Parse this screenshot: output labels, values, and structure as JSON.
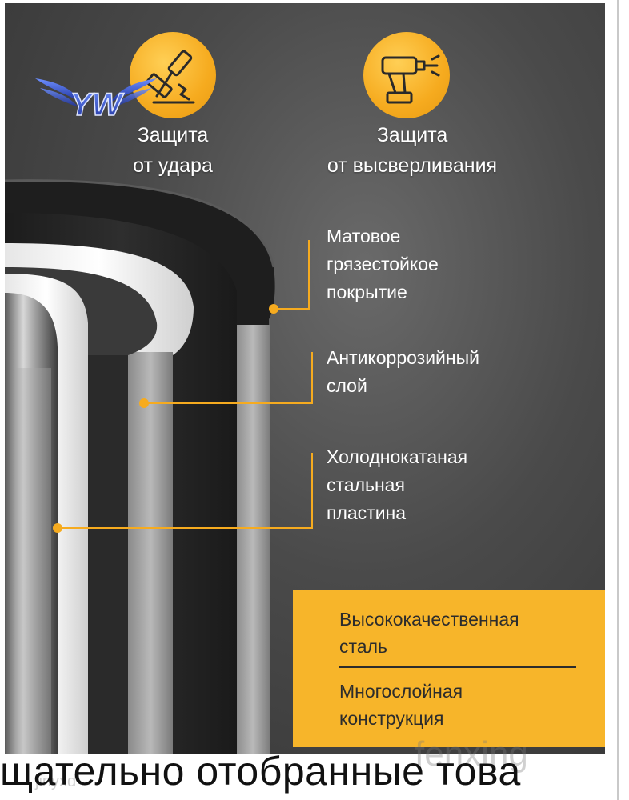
{
  "logo": {
    "text": "YW",
    "icon": "winged-logo-icon"
  },
  "features": [
    {
      "line1": "Защита",
      "line2": "от удара",
      "icon": "hammer-icon"
    },
    {
      "line1": "Защита",
      "line2": "от высверливания",
      "icon": "drill-icon"
    }
  ],
  "layers": [
    {
      "line1": "Матовое",
      "line2": "грязестойкое",
      "line3": "покрытие"
    },
    {
      "line1": "Антикоррозийный",
      "line2": "слой"
    },
    {
      "line1": "Холоднокатаная",
      "line2": "стальная",
      "line3": "пластина"
    }
  ],
  "info": {
    "line1": "Высококачественная",
    "line2": "сталь",
    "line3": "Многослойная",
    "line4": "конструкция"
  },
  "caption": "щательно отобранные това",
  "watermarks": [
    "fenxing",
    "jinyxd"
  ],
  "colors": {
    "accent": "#f6ab1f",
    "info_bg": "#f7b52a",
    "text_dark": "#2c2c2c"
  }
}
